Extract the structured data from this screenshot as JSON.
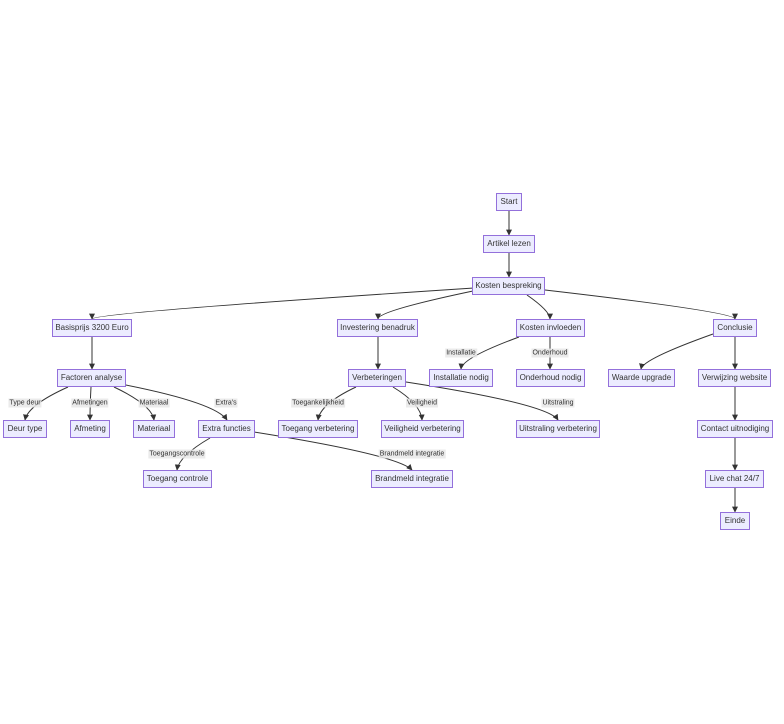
{
  "diagram": {
    "type": "flowchart",
    "colors": {
      "node_fill": "#ececff",
      "node_border": "#9370db",
      "edge": "#333333",
      "text": "#333333",
      "edge_label_bg": "#e8e8e8"
    },
    "nodes": [
      {
        "id": "start",
        "label": "Start"
      },
      {
        "id": "artikel",
        "label": "Artikel lezen"
      },
      {
        "id": "kosten",
        "label": "Kosten bespreking"
      },
      {
        "id": "basis",
        "label": "Basisprijs 3200 Euro"
      },
      {
        "id": "investering",
        "label": "Investering benadruk"
      },
      {
        "id": "invloeden",
        "label": "Kosten invloeden"
      },
      {
        "id": "conclusie",
        "label": "Conclusie"
      },
      {
        "id": "factoren",
        "label": "Factoren analyse"
      },
      {
        "id": "verbeteringen",
        "label": "Verbeteringen"
      },
      {
        "id": "installatie",
        "label": "Installatie nodig"
      },
      {
        "id": "onderhoud",
        "label": "Onderhoud nodig"
      },
      {
        "id": "waarde",
        "label": "Waarde upgrade"
      },
      {
        "id": "verwijzing",
        "label": "Verwijzing website"
      },
      {
        "id": "deurtype",
        "label": "Deur type"
      },
      {
        "id": "afmeting",
        "label": "Afmeting"
      },
      {
        "id": "materiaal",
        "label": "Materiaal"
      },
      {
        "id": "extra",
        "label": "Extra functies"
      },
      {
        "id": "toegangverb",
        "label": "Toegang verbetering"
      },
      {
        "id": "veiligheidverb",
        "label": "Veiligheid verbetering"
      },
      {
        "id": "uitstralingverb",
        "label": "Uitstraling verbetering"
      },
      {
        "id": "contact",
        "label": "Contact uitnodiging"
      },
      {
        "id": "toegangctrl",
        "label": "Toegang controle"
      },
      {
        "id": "brandmeld",
        "label": "Brandmeld integratie"
      },
      {
        "id": "livechat",
        "label": "Live chat 24/7"
      },
      {
        "id": "einde",
        "label": "Einde"
      }
    ],
    "edges": [
      {
        "from": "start",
        "to": "artikel",
        "label": ""
      },
      {
        "from": "artikel",
        "to": "kosten",
        "label": ""
      },
      {
        "from": "kosten",
        "to": "basis",
        "label": ""
      },
      {
        "from": "kosten",
        "to": "investering",
        "label": ""
      },
      {
        "from": "kosten",
        "to": "invloeden",
        "label": ""
      },
      {
        "from": "kosten",
        "to": "conclusie",
        "label": ""
      },
      {
        "from": "basis",
        "to": "factoren",
        "label": ""
      },
      {
        "from": "investering",
        "to": "verbeteringen",
        "label": ""
      },
      {
        "from": "invloeden",
        "to": "installatie",
        "label": "Installatie"
      },
      {
        "from": "invloeden",
        "to": "onderhoud",
        "label": "Onderhoud"
      },
      {
        "from": "conclusie",
        "to": "waarde",
        "label": ""
      },
      {
        "from": "conclusie",
        "to": "verwijzing",
        "label": ""
      },
      {
        "from": "factoren",
        "to": "deurtype",
        "label": "Type deur"
      },
      {
        "from": "factoren",
        "to": "afmeting",
        "label": "Afmetingen"
      },
      {
        "from": "factoren",
        "to": "materiaal",
        "label": "Materiaal"
      },
      {
        "from": "factoren",
        "to": "extra",
        "label": "Extra's"
      },
      {
        "from": "verbeteringen",
        "to": "toegangverb",
        "label": "Toegankelijkheid"
      },
      {
        "from": "verbeteringen",
        "to": "veiligheidverb",
        "label": "Veiligheid"
      },
      {
        "from": "verbeteringen",
        "to": "uitstralingverb",
        "label": "Uitstraling"
      },
      {
        "from": "verwijzing",
        "to": "contact",
        "label": ""
      },
      {
        "from": "extra",
        "to": "toegangctrl",
        "label": "Toegangscontrole"
      },
      {
        "from": "extra",
        "to": "brandmeld",
        "label": "Brandmeld integratie"
      },
      {
        "from": "contact",
        "to": "livechat",
        "label": ""
      },
      {
        "from": "livechat",
        "to": "einde",
        "label": ""
      }
    ]
  }
}
